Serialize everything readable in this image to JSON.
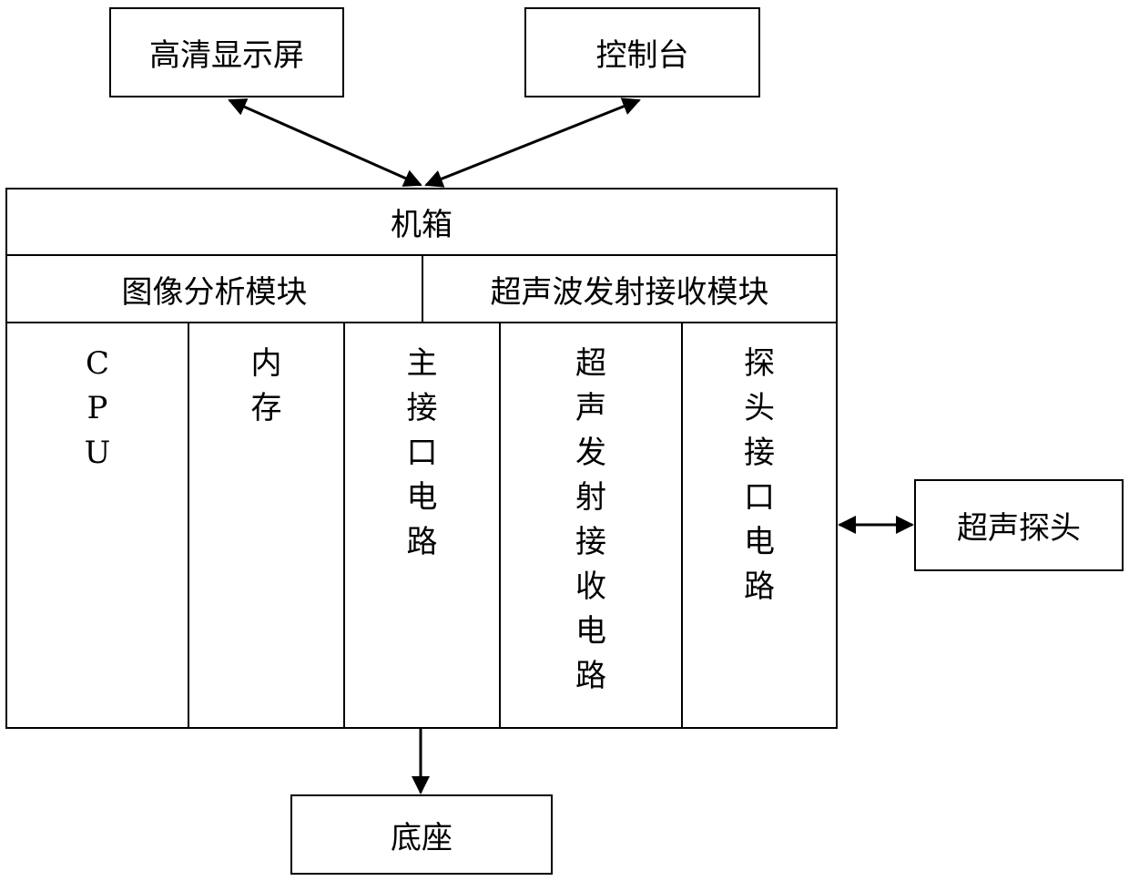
{
  "top": {
    "display": "高清显示屏",
    "console": "控制台"
  },
  "chassis": {
    "title": "机箱",
    "modules": {
      "image_analysis": "图像分析模块",
      "ultrasound_txrx": "超声波发射接收模块"
    },
    "columns": {
      "cpu": "C\nP\nU",
      "memory": "内\n存",
      "main_interface": "主\n接\n口\n电\n路",
      "tx_rx_circuit": "超\n声\n发\n射\n接\n收\n电\n路",
      "probe_interface": "探\n头\n接\n口\n电\n路"
    }
  },
  "probe": "超声探头",
  "base": "底座"
}
